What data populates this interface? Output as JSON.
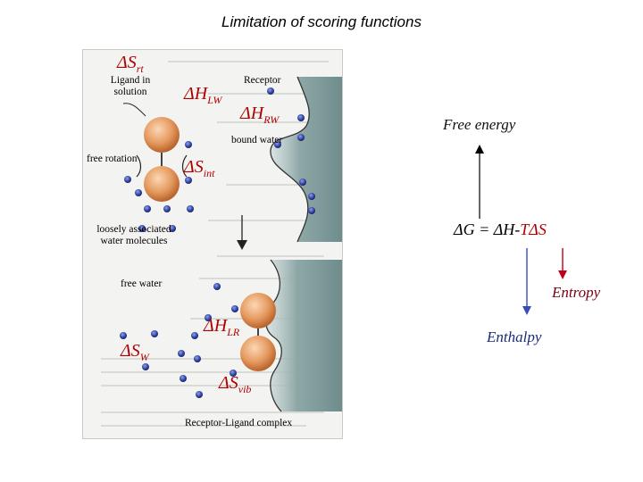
{
  "title": "Limitation of scoring functions",
  "figure": {
    "labels": {
      "ligand_in_solution": "Ligand in solution",
      "receptor": "Receptor",
      "bound_water": "bound water",
      "free_rotation": "free rotation",
      "loosely_associated": "loosely associated water molecules",
      "free_water": "free water",
      "complex": "Receptor-Ligand complex"
    },
    "symbols": {
      "s_rt": {
        "base": "ΔS",
        "sub": "rt"
      },
      "h_lw": {
        "base": "ΔH",
        "sub": "LW"
      },
      "h_rw": {
        "base": "ΔH",
        "sub": "RW"
      },
      "s_int": {
        "base": "ΔS",
        "sub": "int"
      },
      "h_lr": {
        "base": "ΔH",
        "sub": "LR"
      },
      "s_w": {
        "base": "ΔS",
        "sub": "W"
      },
      "s_vib": {
        "base": "ΔS",
        "sub": "vib"
      }
    }
  },
  "right_panel": {
    "free_energy": "Free energy",
    "equation_prefix": "ΔG = ΔH-",
    "equation_red": "TΔS",
    "entropy": "Entropy",
    "enthalpy": "Enthalpy"
  },
  "colors": {
    "symbol_red": "#b00000",
    "arrow_red": "#c0001a",
    "arrow_blue": "#3a4ab8",
    "ligand_orange": "#e59a60",
    "water_blue": "#2c3e9c",
    "receptor_teal": "#8fa8a8"
  }
}
